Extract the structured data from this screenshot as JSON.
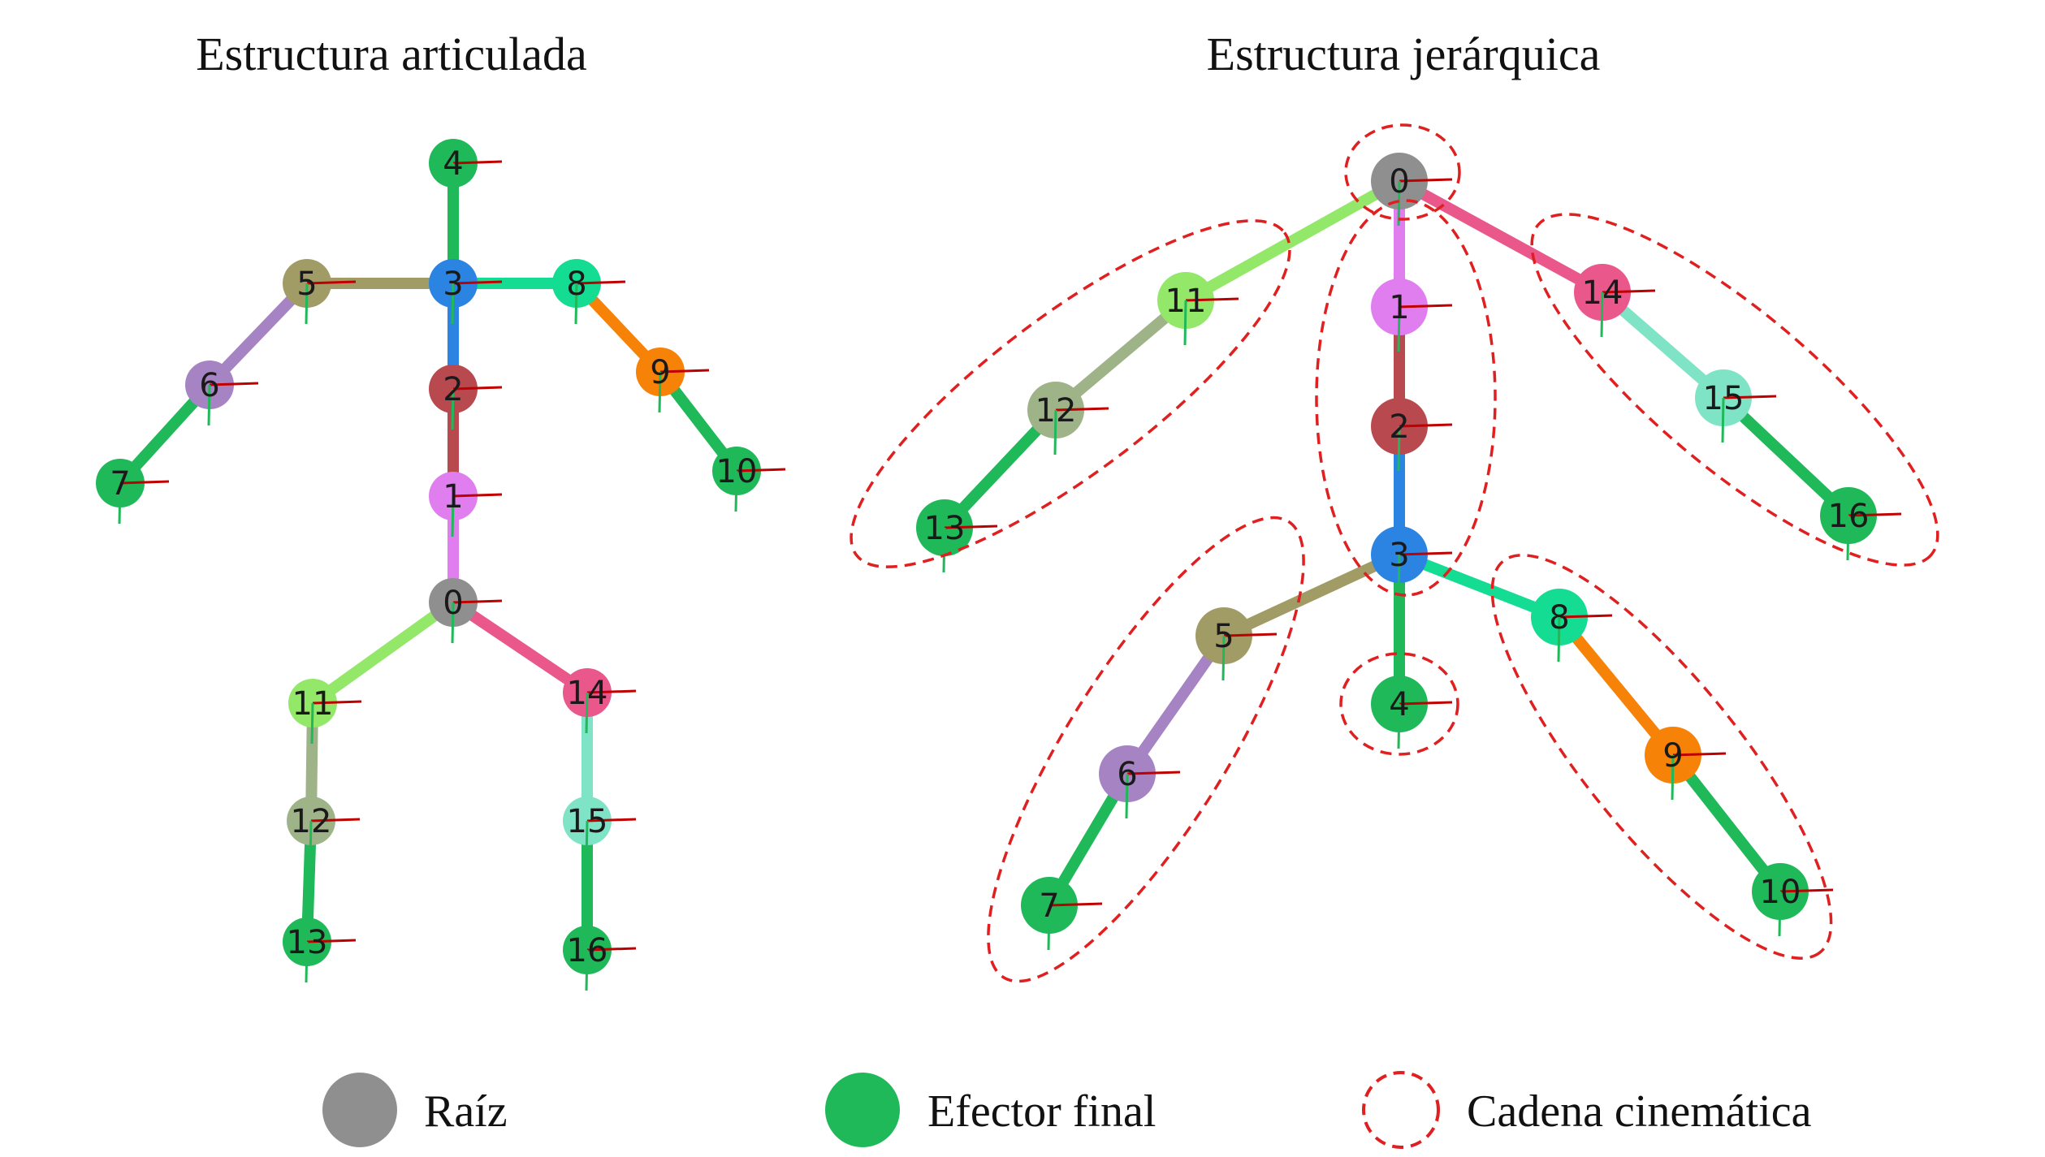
{
  "titles": {
    "left": "Estructura articulada",
    "right": "Estructura jerárquica"
  },
  "legend": {
    "root": {
      "label": "Raíz",
      "color": "#8f8f8f"
    },
    "end_effector": {
      "label": "Efector final",
      "color": "#1fb95a"
    },
    "kinematic_chain": {
      "label": "Cadena cinemática",
      "color": "#e02020"
    }
  },
  "joints": [
    {
      "id": "0",
      "color": "#8f8f8f"
    },
    {
      "id": "1",
      "color": "#e07ef0"
    },
    {
      "id": "2",
      "color": "#b84a4f"
    },
    {
      "id": "3",
      "color": "#2b84e2"
    },
    {
      "id": "4",
      "color": "#1fb95a"
    },
    {
      "id": "5",
      "color": "#a19b66"
    },
    {
      "id": "6",
      "color": "#a684c4"
    },
    {
      "id": "7",
      "color": "#1fb95a"
    },
    {
      "id": "8",
      "color": "#14dc93"
    },
    {
      "id": "9",
      "color": "#f78208"
    },
    {
      "id": "10",
      "color": "#1fb95a"
    },
    {
      "id": "11",
      "color": "#93e86a"
    },
    {
      "id": "12",
      "color": "#9fb389"
    },
    {
      "id": "13",
      "color": "#1fb95a"
    },
    {
      "id": "14",
      "color": "#e9578b"
    },
    {
      "id": "15",
      "color": "#7fe3c5"
    },
    {
      "id": "16",
      "color": "#1fb95a"
    }
  ],
  "bones": [
    {
      "from": "0",
      "to": "1",
      "color": "#e07ef0"
    },
    {
      "from": "1",
      "to": "2",
      "color": "#b84a4f"
    },
    {
      "from": "2",
      "to": "3",
      "color": "#2b84e2"
    },
    {
      "from": "3",
      "to": "4",
      "color": "#1fb95a"
    },
    {
      "from": "3",
      "to": "5",
      "color": "#a19b66"
    },
    {
      "from": "5",
      "to": "6",
      "color": "#a684c4"
    },
    {
      "from": "6",
      "to": "7",
      "color": "#1fb95a"
    },
    {
      "from": "3",
      "to": "8",
      "color": "#14dc93"
    },
    {
      "from": "8",
      "to": "9",
      "color": "#f78208"
    },
    {
      "from": "9",
      "to": "10",
      "color": "#1fb95a"
    },
    {
      "from": "0",
      "to": "11",
      "color": "#93e86a"
    },
    {
      "from": "11",
      "to": "12",
      "color": "#9fb389"
    },
    {
      "from": "12",
      "to": "13",
      "color": "#1fb95a"
    },
    {
      "from": "0",
      "to": "14",
      "color": "#e9578b"
    },
    {
      "from": "14",
      "to": "15",
      "color": "#7fe3c5"
    },
    {
      "from": "15",
      "to": "16",
      "color": "#1fb95a"
    }
  ],
  "kinematic_chains": [
    [
      "0"
    ],
    [
      "11",
      "12",
      "13"
    ],
    [
      "1",
      "2",
      "3"
    ],
    [
      "14",
      "15",
      "16"
    ],
    [
      "5",
      "6",
      "7"
    ],
    [
      "4"
    ],
    [
      "8",
      "9",
      "10"
    ]
  ],
  "axis_colors": {
    "x": "#c00000",
    "y": "#1fb95a"
  }
}
